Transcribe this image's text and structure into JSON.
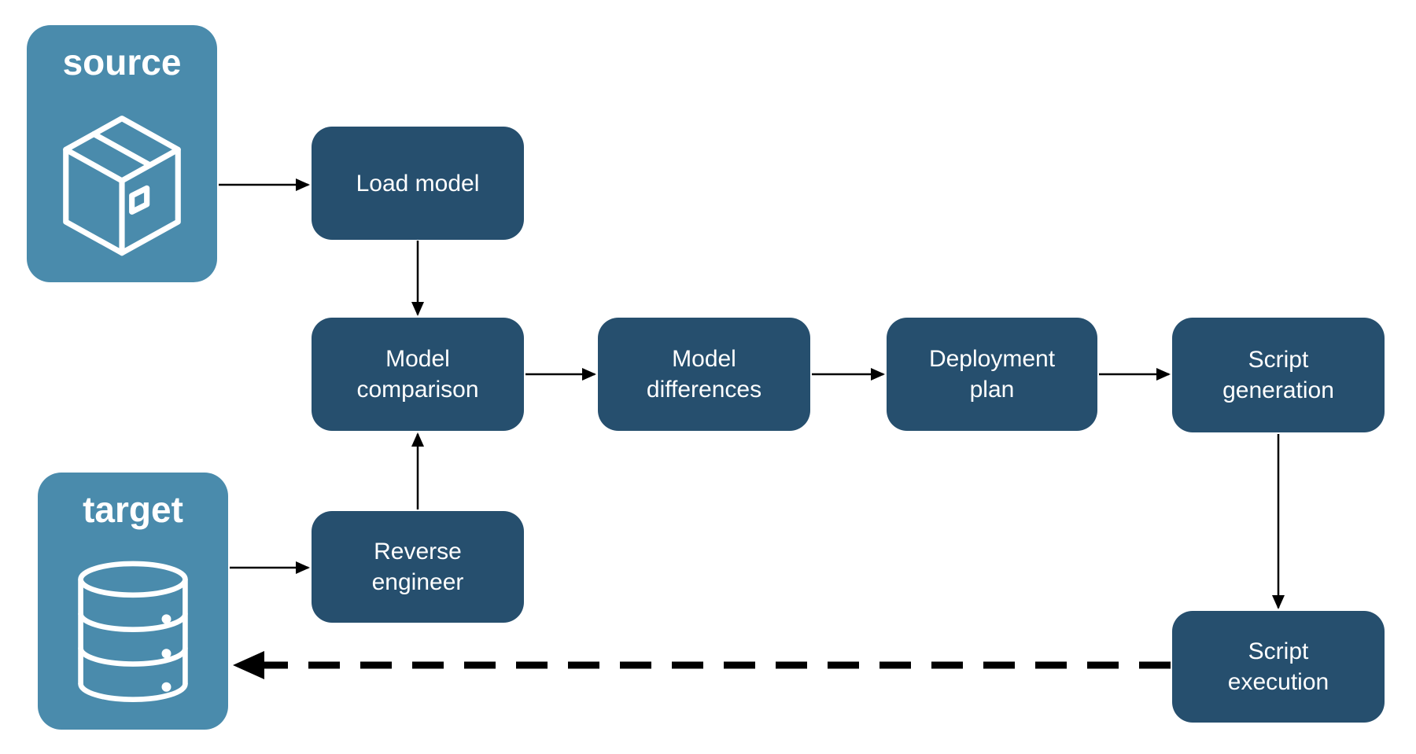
{
  "diagram": {
    "colors": {
      "light_node": "#4A8BAC",
      "dark_node": "#264F6E",
      "text": "#FFFFFF",
      "arrow": "#000000",
      "background": "#FFFFFF"
    },
    "nodes": {
      "source": {
        "label": "source",
        "icon": "package-icon"
      },
      "target": {
        "label": "target",
        "icon": "database-icon"
      },
      "load_model": {
        "label": "Load model"
      },
      "model_comparison": {
        "label": "Model\ncomparison"
      },
      "model_differences": {
        "label": "Model\ndifferences"
      },
      "deployment_plan": {
        "label": "Deployment\nplan"
      },
      "script_generation": {
        "label": "Script\ngeneration"
      },
      "reverse_engineer": {
        "label": "Reverse\nengineer"
      },
      "script_execution": {
        "label": "Script\nexecution"
      }
    },
    "edges": [
      {
        "from": "source",
        "to": "load_model",
        "style": "solid"
      },
      {
        "from": "load_model",
        "to": "model_comparison",
        "style": "solid"
      },
      {
        "from": "model_comparison",
        "to": "model_differences",
        "style": "solid"
      },
      {
        "from": "model_differences",
        "to": "deployment_plan",
        "style": "solid"
      },
      {
        "from": "deployment_plan",
        "to": "script_generation",
        "style": "solid"
      },
      {
        "from": "script_generation",
        "to": "script_execution",
        "style": "solid"
      },
      {
        "from": "target",
        "to": "reverse_engineer",
        "style": "solid"
      },
      {
        "from": "reverse_engineer",
        "to": "model_comparison",
        "style": "solid"
      },
      {
        "from": "script_execution",
        "to": "target",
        "style": "dashed"
      }
    ]
  }
}
